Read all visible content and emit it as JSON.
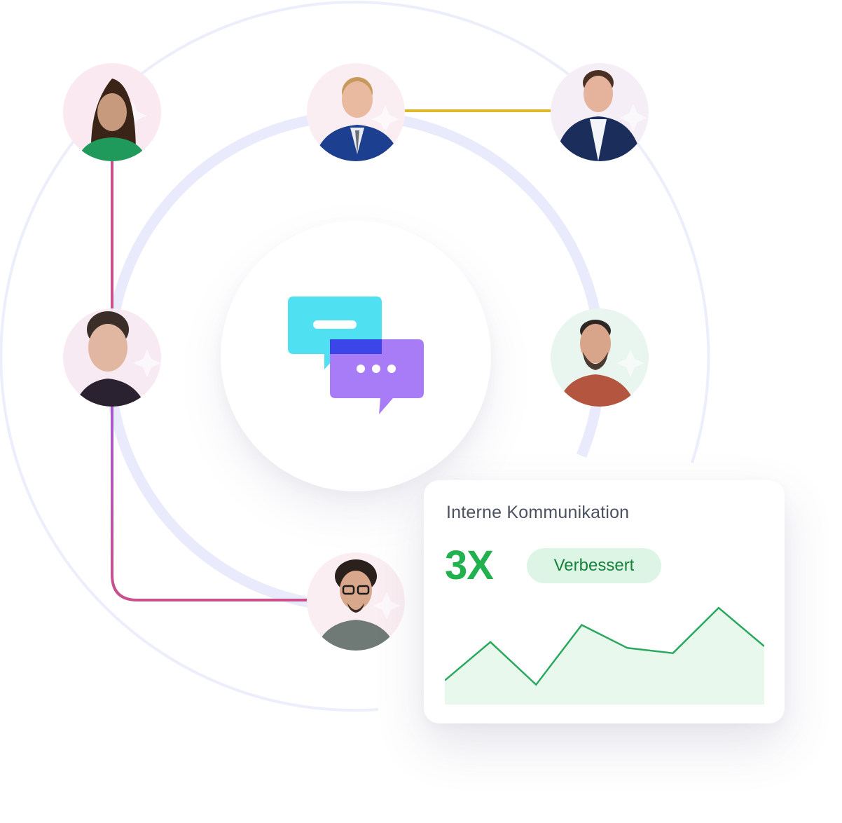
{
  "avatars": [
    {
      "id": "woman-green-dress",
      "bg": "#fbe9f1",
      "skin": "#c79a7e",
      "hair": "#3a2418",
      "shirt": "#1f9a5a"
    },
    {
      "id": "man-blue-suit",
      "bg": "#fbeef2",
      "skin": "#e9b9a0",
      "hair": "#c69a5a",
      "shirt": "#1d3f8f"
    },
    {
      "id": "man-navy-suit",
      "bg": "#f6eef7",
      "skin": "#e5b39b",
      "hair": "#4a3023",
      "shirt": "#1b2d5a"
    },
    {
      "id": "man-dark-blazer",
      "bg": "#f7eaf2",
      "skin": "#e2b7a1",
      "hair": "#3b2d27",
      "shirt": "#2a2230"
    },
    {
      "id": "man-red-shirt",
      "bg": "#e9f6ef",
      "skin": "#d9a58a",
      "hair": "#2e2622",
      "shirt": "#b4553f"
    },
    {
      "id": "man-glasses-grey-shirt",
      "bg": "#fbeef2",
      "skin": "#d8a78c",
      "hair": "#2a211c",
      "shirt": "#6f7a76"
    }
  ],
  "colors": {
    "ring": "#e9eafb",
    "link_gold": "#e0b62a",
    "link_pink": "#c9508a",
    "link_purple": "#a45bd0",
    "link_green": "#1f9d62",
    "bubble_cyan": "#4fe0f2",
    "bubble_purple": "#a97cf7",
    "bubble_overlap": "#3b45e8",
    "chart_line": "#2aa85e",
    "chart_fill": "#e8f8ec"
  },
  "hub": {
    "icon": "chat-bubbles-icon"
  },
  "card": {
    "title": "Interne Kommunikation",
    "value": "3X",
    "badge": "Verbessert"
  },
  "chart_data": {
    "type": "area",
    "values": [
      2,
      6.5,
      1.5,
      8.5,
      5.8,
      5.2,
      10.5,
      6
    ]
  }
}
